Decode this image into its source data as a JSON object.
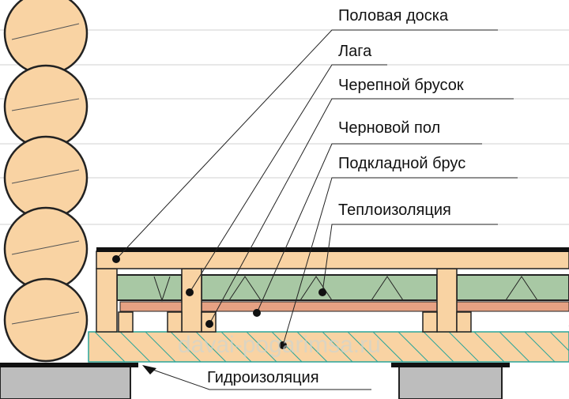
{
  "title": "Floor structure in a log house",
  "labels": {
    "floor_board": "Половая доска",
    "joist": "Лага",
    "cranial_bar": "Черепной брусок",
    "subfloor": "Черновой пол",
    "support_beam": "Подкладной брус",
    "insulation": "Теплоизоляция",
    "waterproofing": "Гидроизоляция"
  },
  "watermark": "davai-pogarimsa.ru",
  "colors": {
    "wood": "#f9d3a3",
    "insulation": "#a8c8a4",
    "subfloor": "#e6a183",
    "foundation": "#bdbdbd",
    "hatch": "#2aa59a"
  }
}
